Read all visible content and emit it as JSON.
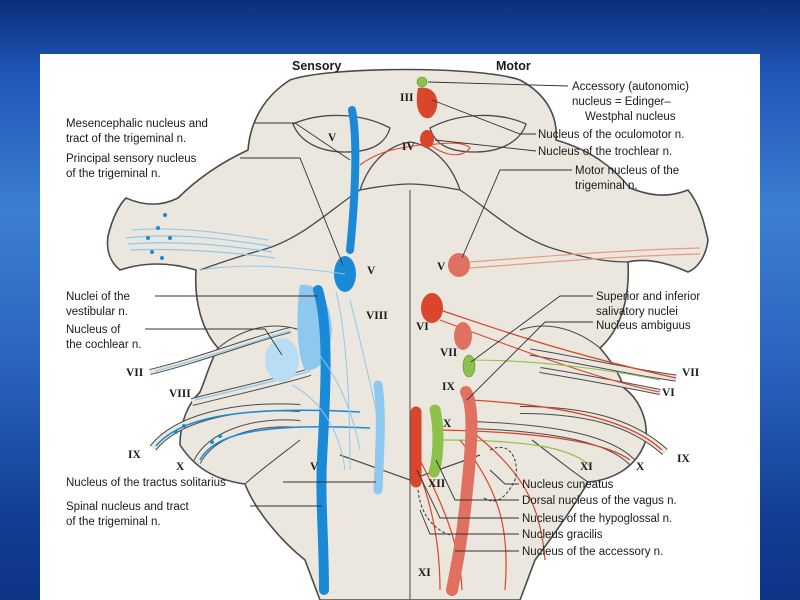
{
  "headers": {
    "sensory": "Sensory",
    "motor": "Motor"
  },
  "labels": {
    "accessory_nucleus": [
      "Accessory (autonomic)",
      "nucleus = Edinger–",
      "Westphal nucleus"
    ],
    "oculomotor_nucleus": "Nucleus of the oculomotor n.",
    "trochlear_nucleus": "Nucleus of the trochlear n.",
    "motor_trigeminal": [
      "Motor nucleus of the",
      "trigeminal n."
    ],
    "salivatory_nuclei": [
      "Superior and inferior",
      "salivatory nuclei"
    ],
    "nucleus_ambiguus": "Nucleus ambiguus",
    "nucleus_cuneatus": "Nucleus cuneatus",
    "dorsal_vagus": "Dorsal nucleus of the vagus n.",
    "hypoglossal_nucleus": "Nucleus of the hypoglossal n.",
    "nucleus_gracilis": "Nucleus gracilis",
    "accessory_n_nucleus": "Nucleus of the accessory n.",
    "mesencephalic_nucleus": [
      "Mesencephalic nucleus and",
      "tract of the trigeminal n."
    ],
    "principal_sensory": [
      "Principal sensory nucleus",
      "of the trigeminal n."
    ],
    "vestibular_nuclei": [
      "Nuclei of the",
      "vestibular n."
    ],
    "cochlear_nucleus": [
      "Nucleus of",
      "the cochlear n."
    ],
    "solitary_nucleus": "Nucleus of the tractus solitarius",
    "spinal_trigeminal": [
      "Spinal nucleus and tract",
      "of the trigeminal n."
    ]
  },
  "roman": {
    "III": "III",
    "IV": "IV",
    "V": "V",
    "VI": "VI",
    "VII": "VII",
    "VIII": "VIII",
    "IX": "IX",
    "X": "X",
    "XI": "XI",
    "XII": "XII"
  },
  "colors": {
    "sensory": "#1a8ad6",
    "sensory_light": "#8ec8ee",
    "motor": "#d9462b",
    "motor_light": "#e89a84",
    "autonomic": "#8cc24a",
    "brainstem": "#ebe7df",
    "outline": "#4a4a4a"
  }
}
